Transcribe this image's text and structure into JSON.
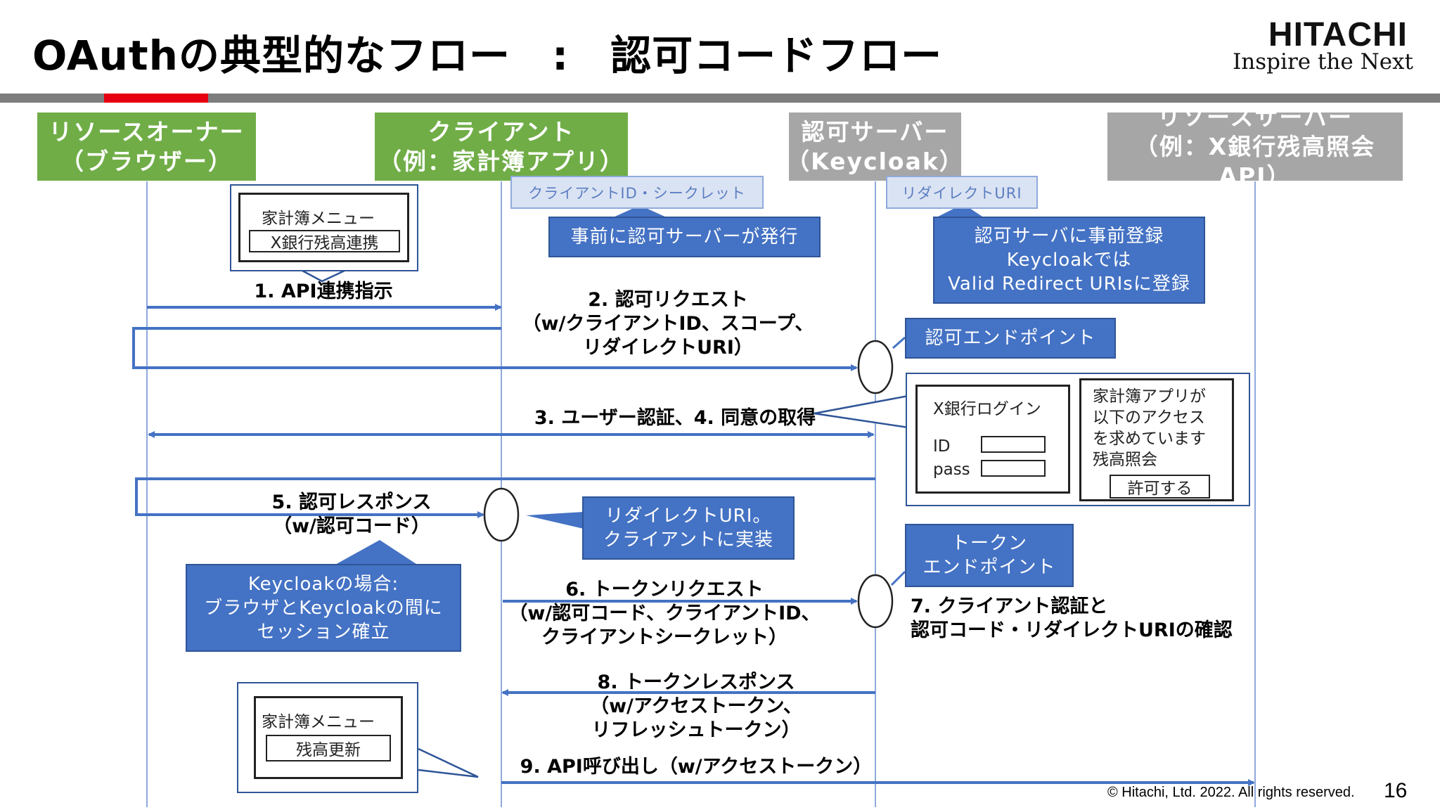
{
  "title": "OAuthの典型的なフロー　:　認可コードフロー",
  "logo": {
    "main": "HITACHI",
    "sub": "Inspire the Next"
  },
  "actors": {
    "owner": {
      "line1": "リソースオーナー",
      "line2": "（ブラウザー）"
    },
    "client": {
      "line1": "クライアント",
      "line2": "（例：家計簿アプリ）"
    },
    "authserver": {
      "line1": "認可サーバー",
      "line2": "（Keycloak）"
    },
    "resource": {
      "line1": "リソースサーバー",
      "line2": "（例：X銀行残高照会API）"
    }
  },
  "labels": {
    "client_id_secret": "クライアントID・シークレット",
    "redirect_uri_tag": "リダイレクトURI"
  },
  "notes": {
    "issued": "事前に認可サーバーが発行",
    "preregister_1": "認可サーバに事前登録",
    "preregister_2": "Keycloakでは",
    "preregister_3": "Valid Redirect URIsに登録",
    "auth_endpoint": "認可エンドポイント",
    "redirect_impl_1": "リダイレクトURI。",
    "redirect_impl_2": "クライアントに実装",
    "token_endpoint_1": "トークン",
    "token_endpoint_2": "エンドポイント",
    "session_1": "Keycloakの場合:",
    "session_2": "ブラウザとKeycloakの間に",
    "session_3": "セッション確立"
  },
  "messages": {
    "m1": "1. API連携指示",
    "m2_1": "2. 認可リクエスト",
    "m2_2": "（w/クライアントID、スコープ、",
    "m2_3": "リダイレクトURI）",
    "m34": "3. ユーザー認証、4. 同意の取得",
    "m5_1": "5. 認可レスポンス",
    "m5_2": "（w/認可コード）",
    "m6_1": "6. トークンリクエスト",
    "m6_2": "（w/認可コード、クライアントID、",
    "m6_3": "クライアントシークレット）",
    "m7_1": "7. クライアント認証と",
    "m7_2": "認可コード・リダイレクトURIの確認",
    "m8_1": "8. トークンレスポンス",
    "m8_2": "（w/アクセストークン、",
    "m8_3": "リフレッシュトークン）",
    "m9": "9. API呼び出し（w/アクセストークン）"
  },
  "mockups": {
    "menu1_title": "家計簿メニュー",
    "menu1_button": "X銀行残高連携",
    "login_title": "X銀行ログイン",
    "login_id": "ID",
    "login_pass": "pass",
    "consent_1": "家計簿アプリが",
    "consent_2": "以下のアクセス",
    "consent_3": "を求めています",
    "consent_4": "残高照会",
    "consent_button": "許可する",
    "menu2_title": "家計簿メニュー",
    "menu2_button": "残高更新"
  },
  "footer": {
    "copyright": "© Hitachi, Ltd. 2022. All rights reserved.",
    "page": "16"
  },
  "colors": {
    "green": "#70ad47",
    "grey": "#a6a6a6",
    "blue": "#4472c4",
    "arrow": "#4472c4",
    "red": "#e60012"
  }
}
